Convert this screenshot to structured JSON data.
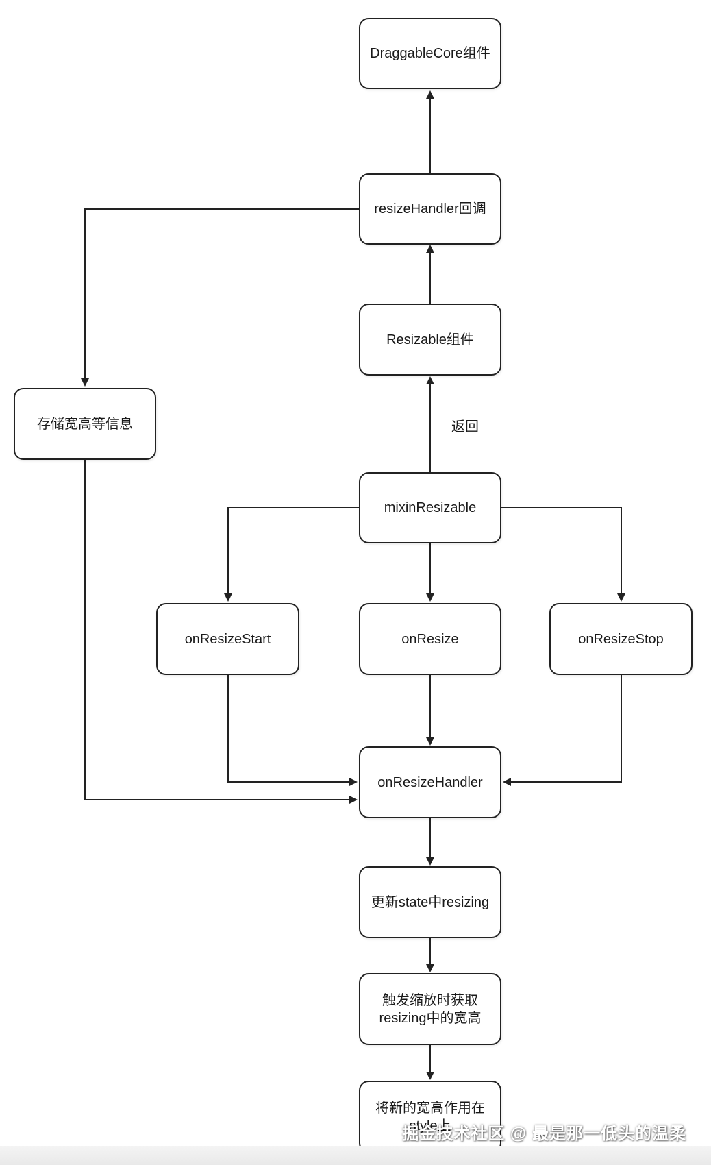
{
  "diagram": {
    "nodes": {
      "draggable_core": "DraggableCore组件",
      "resize_handler_callback": "resizeHandler回调",
      "resizable": "Resizable组件",
      "store_info": "存储宽高等信息",
      "mixin_resizable": "mixinResizable",
      "on_resize_start": "onResizeStart",
      "on_resize": "onResize",
      "on_resize_stop": "onResizeStop",
      "on_resize_handler": "onResizeHandler",
      "update_state": "更新state中resizing",
      "get_size": "触发缩放时获取\nresizing中的宽高",
      "apply_style": "将新的宽高作用在\nstyle上"
    },
    "edge_labels": {
      "return": "返回"
    }
  },
  "watermark": "掘金技术社区 @ 最是那一低头的温柔",
  "colors": {
    "stroke": "#222222",
    "background": "#ffffff",
    "text": "#1a1a1a"
  }
}
